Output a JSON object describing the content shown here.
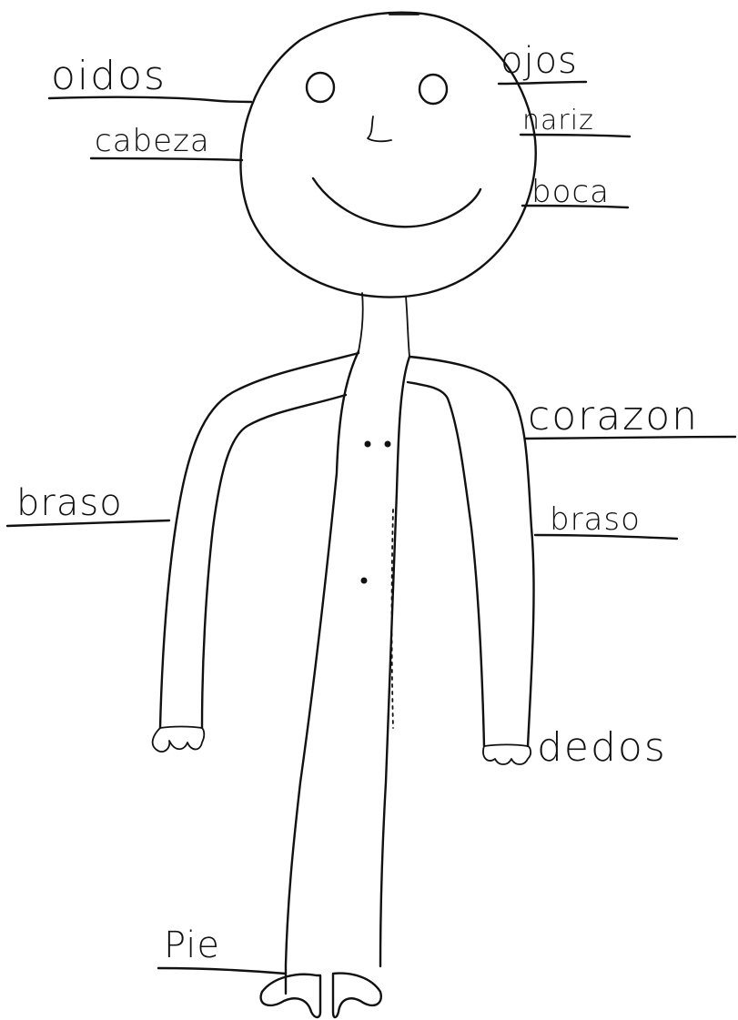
{
  "labels": {
    "oidos": "oidos",
    "cabeza": "cabeza",
    "ojos": "ojos",
    "nariz": "nariz",
    "boca": "boca",
    "corazon": "corazon",
    "brazo_left": "braso",
    "brazo_right": "braso",
    "dedos": "dedos",
    "pie": "Pie"
  }
}
